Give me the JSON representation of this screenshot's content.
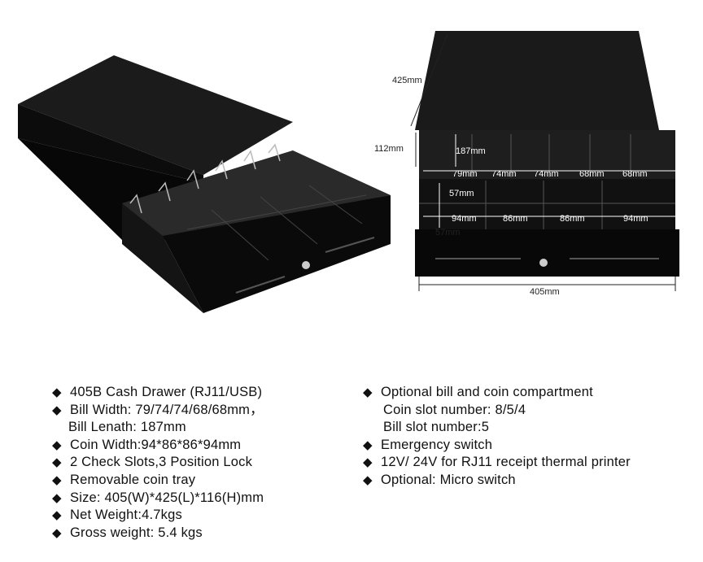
{
  "dimensions": {
    "depth": "425mm",
    "height": "112mm",
    "bill_length": "187mm",
    "bill_widths": [
      "79mm",
      "74mm",
      "74mm",
      "68mm",
      "68mm"
    ],
    "coin_widths": [
      "94mm",
      "86mm",
      "86mm",
      "94mm"
    ],
    "coin_depth_top": "57mm",
    "coin_depth_bottom": "57mm",
    "width": "405mm"
  },
  "bullet": "◆",
  "specs_left": [
    {
      "text": "405B Cash Drawer (RJ11/USB)",
      "bullet": true
    },
    {
      "text": "Bill Width: 79/74/74/68/68mm，",
      "bullet": true
    },
    {
      "text": "Bill Lenath: 187mm",
      "bullet": false
    },
    {
      "text": "Coin Width:94*86*86*94mm",
      "bullet": true
    },
    {
      "text": "2 Check Slots,3 Position Lock",
      "bullet": true
    },
    {
      "text": "Removable coin tray",
      "bullet": true
    },
    {
      "text": "Size: 405(W)*425(L)*116(H)mm",
      "bullet": true
    },
    {
      "text": "Net Weight:4.7kgs",
      "bullet": true
    },
    {
      "text": "Gross weight: 5.4 kgs",
      "bullet": true
    }
  ],
  "specs_right": [
    {
      "text": "Optional bill and coin compartment",
      "bullet": true
    },
    {
      "text": "Coin slot number: 8/5/4",
      "bullet": false
    },
    {
      "text": "Bill slot number:5",
      "bullet": false
    },
    {
      "text": "Emergency switch",
      "bullet": true
    },
    {
      "text": "12V/ 24V for RJ11 receipt thermal printer",
      "bullet": true
    },
    {
      "text": "Optional: Micro switch",
      "bullet": true
    }
  ]
}
